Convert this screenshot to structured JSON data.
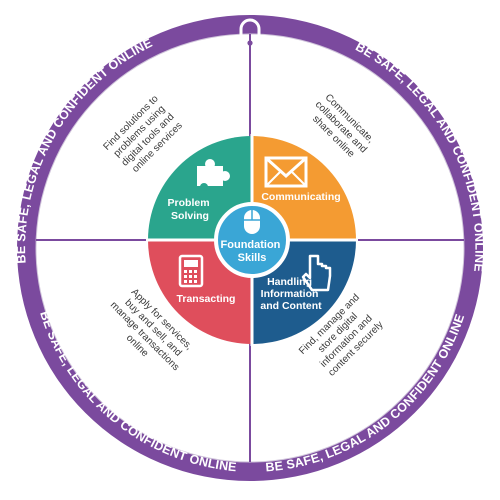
{
  "ring": {
    "top_left": "BE SAFE, LEGAL AND CONFIDENT ONLINE",
    "top_right": "BE SAFE, LEGAL AND CONFIDENT ONLINE",
    "bottom_left": "BE SAFE, LEGAL AND CONFIDENT ONLINE",
    "bottom_right": "BE SAFE, LEGAL AND CONFIDENT ONLINE",
    "color": "#7b4a9e",
    "icon": "lock-icon"
  },
  "center": {
    "line1": "Foundation",
    "line2": "Skills",
    "color": "#3aa6d6",
    "icon": "mouse-icon"
  },
  "quadrants": {
    "problem_solving": {
      "line1": "Problem",
      "line2": "Solving",
      "color": "#2aa58d",
      "icon": "puzzle-icon",
      "desc": [
        "Find solutions to",
        "problems using",
        "digital tools and",
        "online services"
      ]
    },
    "communicating": {
      "line1": "Communicating",
      "color": "#f49b32",
      "icon": "envelope-icon",
      "desc": [
        "Communicate,",
        "collaborate and",
        "share online"
      ]
    },
    "transacting": {
      "line1": "Transacting",
      "color": "#df4e5c",
      "icon": "calculator-icon",
      "desc": [
        "Apply for services,",
        "buy and sell, and",
        "manage transactions",
        "online"
      ]
    },
    "handling": {
      "line1": "Handling",
      "line2": "Information",
      "line3": "and Content",
      "color": "#1e5c8e",
      "icon": "pointing-hand-icon",
      "desc": [
        "Find, manage and",
        "store digital",
        "information and",
        "content securely"
      ]
    }
  }
}
